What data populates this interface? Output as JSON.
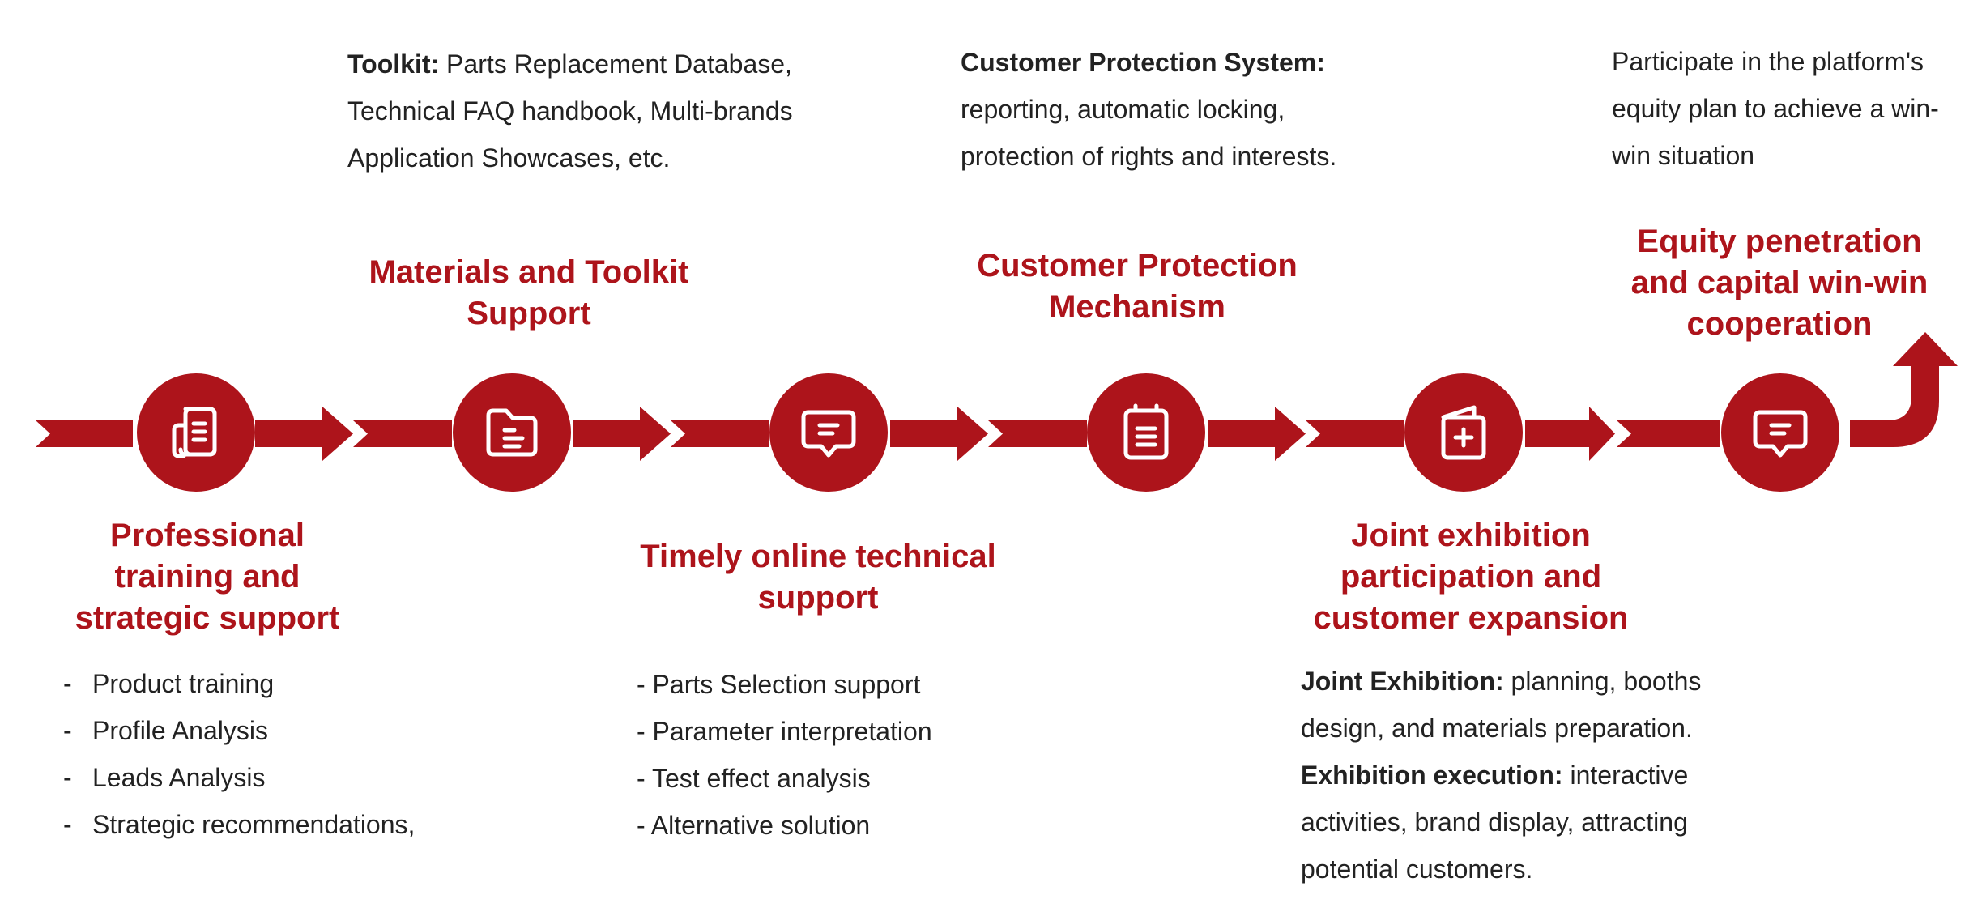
{
  "colors": {
    "accent": "#ad141b",
    "text": "#222222",
    "background": "#ffffff"
  },
  "stages": [
    {
      "title": "Professional\ntraining and\nstrategic support",
      "icon": "document-stack-icon",
      "bullets": [
        "Product training",
        "Profile Analysis",
        "Leads Analysis",
        "Strategic recommendations,"
      ]
    },
    {
      "title": "Materials and Toolkit\nSupport",
      "icon": "folder-icon",
      "desc_bold": "Toolkit:",
      "desc_text": " Parts Replacement Database, Technical FAQ handbook, Multi-brands Application Showcases, etc."
    },
    {
      "title": "Timely online technical\nsupport",
      "icon": "chat-bubble-icon",
      "bullets": [
        "- Parts Selection support",
        "- Parameter interpretation",
        "- Test effect analysis",
        "- Alternative solution"
      ]
    },
    {
      "title": "Customer Protection\nMechanism",
      "icon": "clipboard-icon",
      "desc_bold": "Customer Protection System:",
      "desc_text": " reporting, automatic locking, protection of rights and interests."
    },
    {
      "title": "Joint exhibition\nparticipation and\ncustomer expansion",
      "icon": "medical-folder-icon",
      "desc_bold_1": "Joint Exhibition:",
      "desc_text_1": " planning, booths design, and materials preparation.",
      "desc_bold_2": "Exhibition execution:",
      "desc_text_2": " interactive activities, brand display, attracting potential customers."
    },
    {
      "title": "Equity penetration\nand capital win-win\ncooperation",
      "icon": "chat-bubble-icon",
      "desc_text": "Participate in the platform's equity plan to achieve a win-win situation"
    }
  ]
}
